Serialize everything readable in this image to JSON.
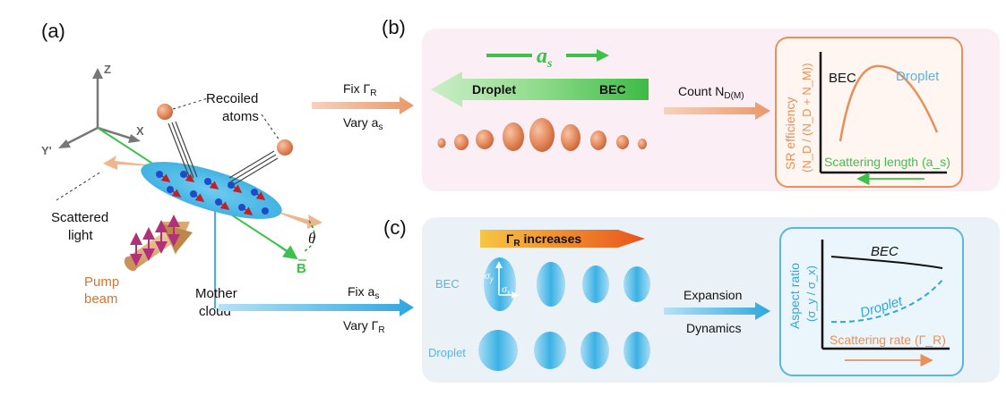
{
  "panels": {
    "a": {
      "label": "(a)"
    },
    "b": {
      "label": "(b)"
    },
    "c": {
      "label": "(c)"
    }
  },
  "axes": {
    "z": "Z",
    "x": "X",
    "y": "Y'"
  },
  "labels_a": {
    "recoiled_1": "Recoiled",
    "recoiled_2": "atoms",
    "scattered_1": "Scattered",
    "scattered_2": "light",
    "pump_1": "Pump",
    "pump_2": "beam",
    "mother_1": "Mother",
    "mother_2": "cloud",
    "theta": "θ",
    "bfield": "B"
  },
  "panel_b": {
    "fix_prefix": "Fix Γ",
    "fix_sub": "R",
    "vary_prefix": "Vary a",
    "vary_sub": "s",
    "as_main": "a",
    "as_sub": "s",
    "arrow_left_label": "Droplet",
    "arrow_right_label": "BEC",
    "count_prefix": "Count N",
    "count_sub": "D(M)",
    "graph": {
      "label_bec": "BEC",
      "label_droplet": "Droplet",
      "ylabel_1": "SR efficiency",
      "ylabel_2": "(N_D / (N_D + N_M))",
      "xlabel": "Scattering length (a_s)"
    }
  },
  "panel_c": {
    "fix_prefix": "Fix a",
    "fix_sub": "s",
    "vary_prefix": "Vary Γ",
    "vary_sub": "R",
    "gamma_label": "Γ",
    "gamma_sub": "R",
    "gamma_text": " increases",
    "row_bec": "BEC",
    "row_droplet": "Droplet",
    "sigma_y": "σ",
    "sigma_y_sub": "y",
    "sigma_x": "σ",
    "sigma_x_sub": "x",
    "expansion_1": "Expansion",
    "expansion_2": "Dynamics",
    "graph": {
      "label_bec": "BEC",
      "label_droplet": "Droplet",
      "ylabel_1": "Aspect ratio",
      "ylabel_2": "(σ_y / σ_x)",
      "xlabel": "Scattering rate (Γ_R)"
    }
  },
  "colors": {
    "orange": "#e8905a",
    "light_orange": "#f0b48f",
    "green": "#3cc24a",
    "blue": "#2fa6dd",
    "pink_panel": "#fbeef4",
    "blue_panel": "#ebf2f7",
    "magenta": "#b0307a"
  }
}
